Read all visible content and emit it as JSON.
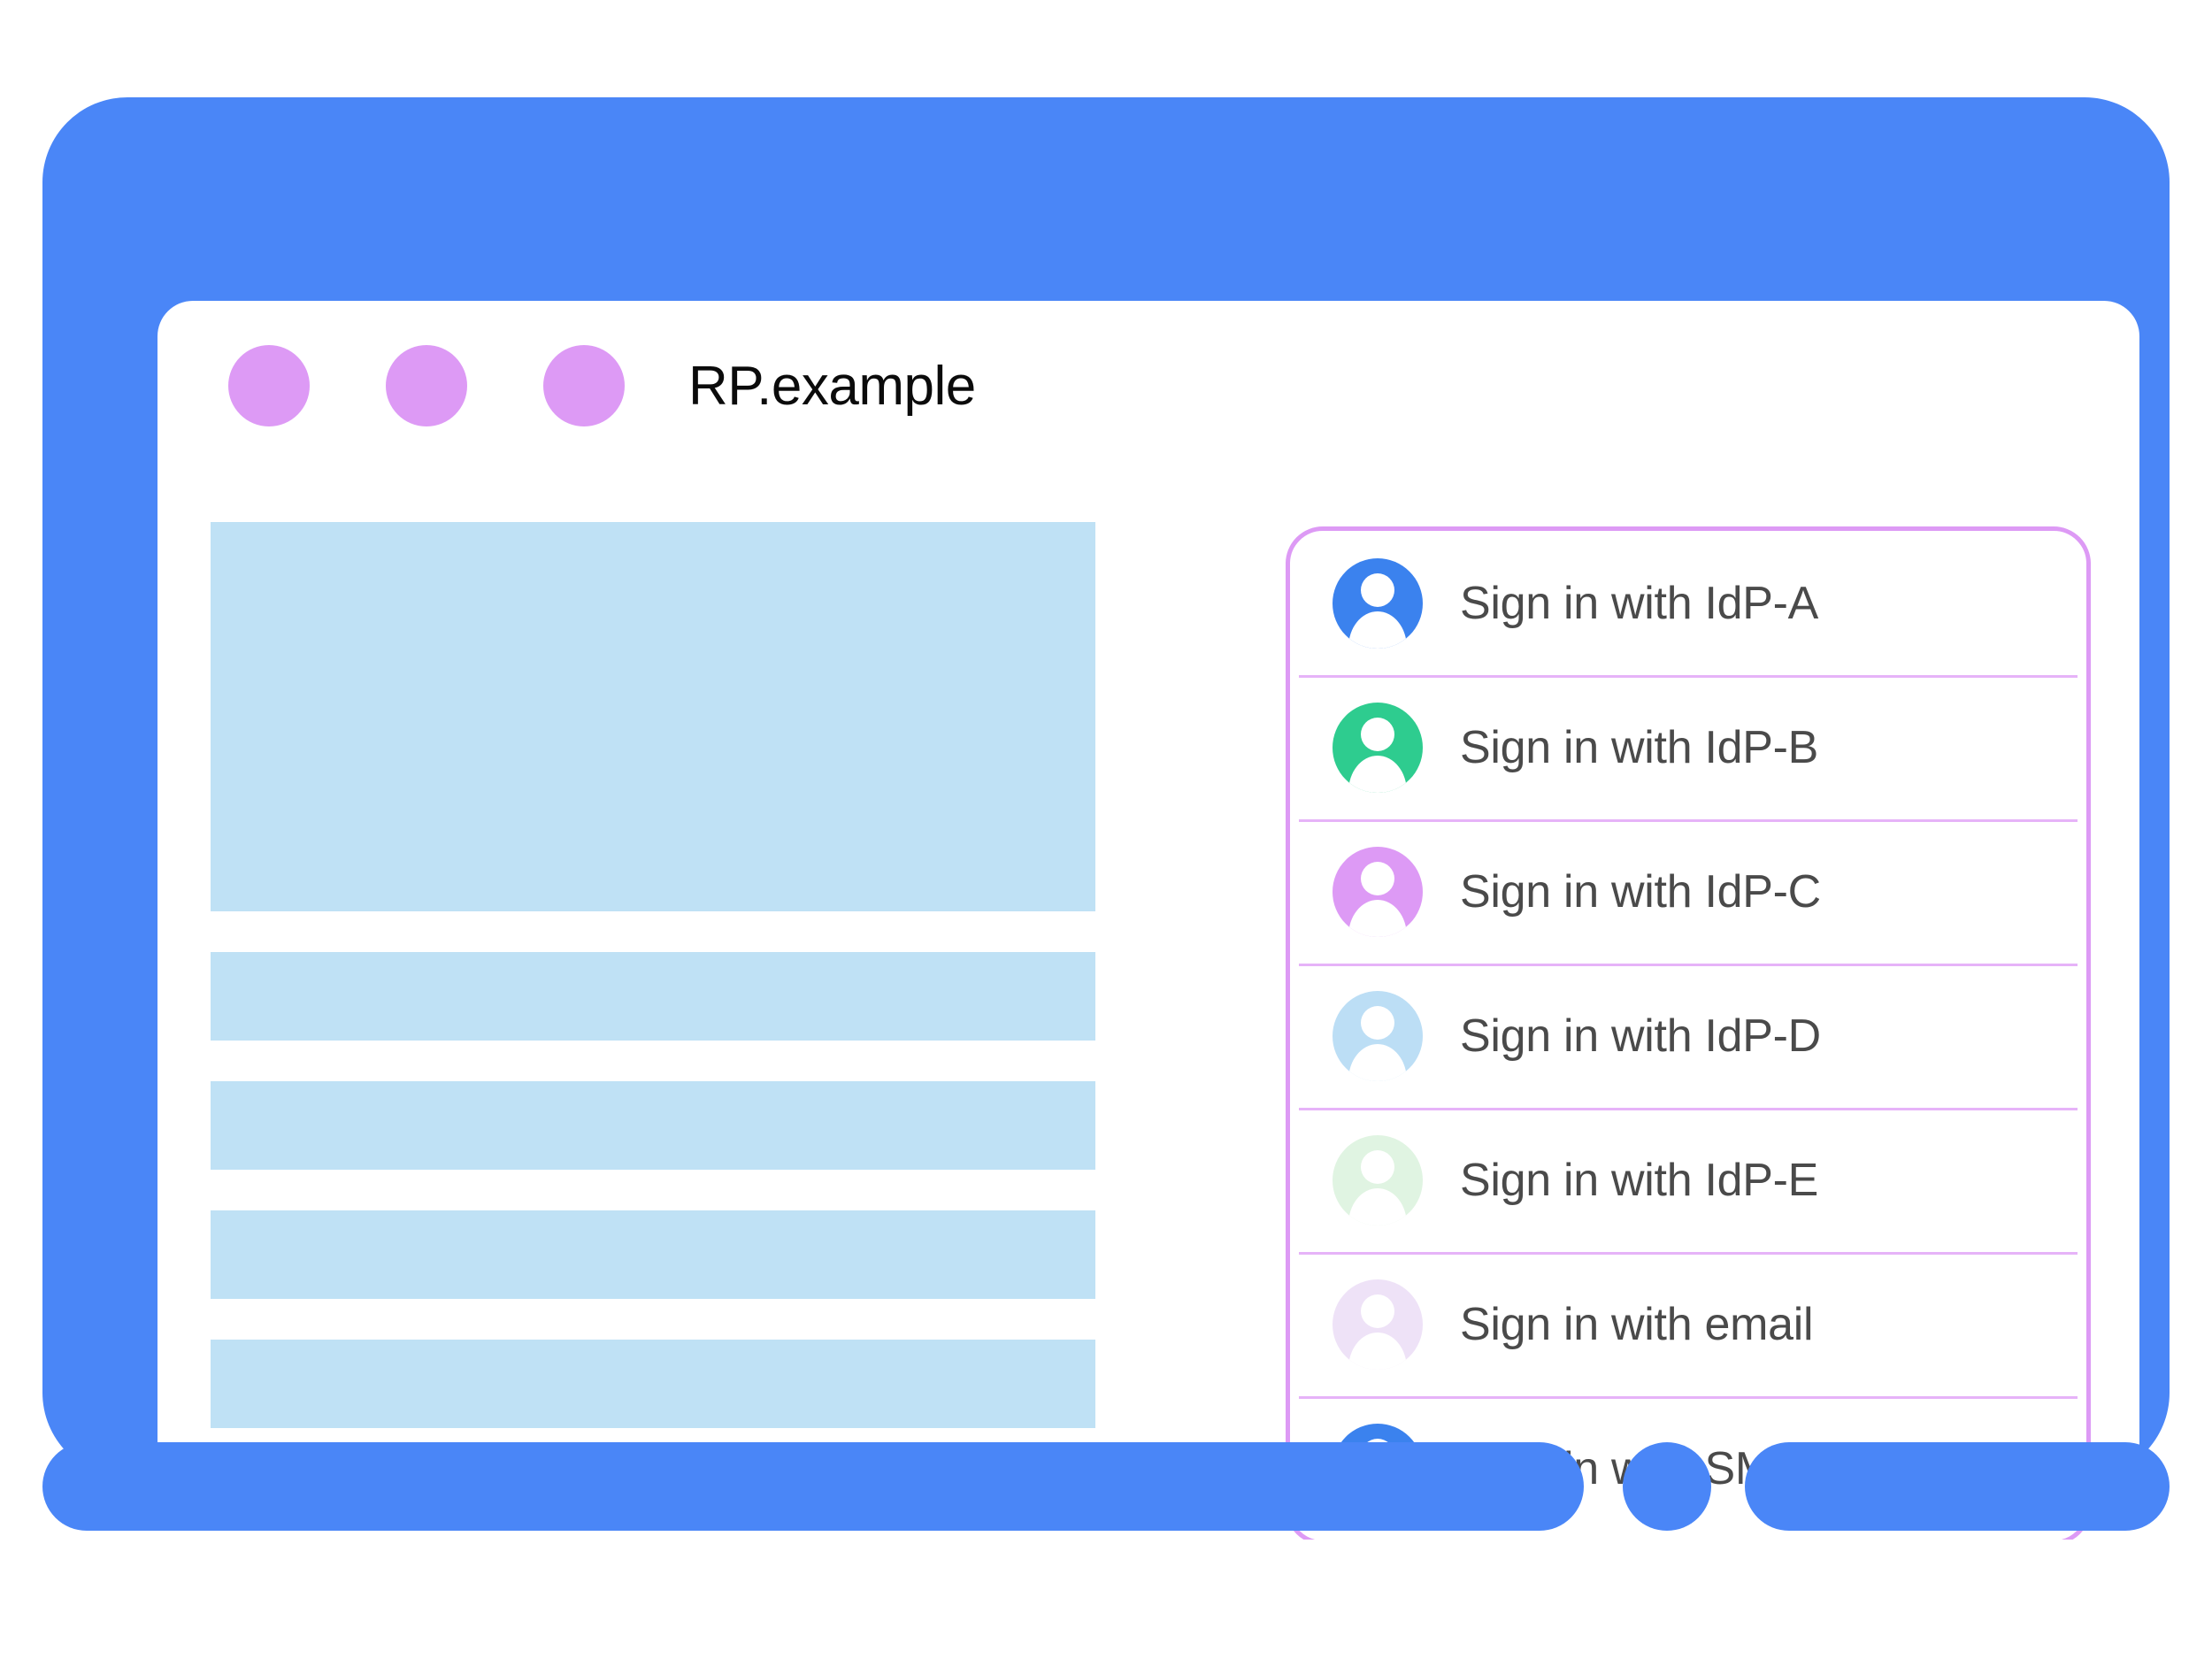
{
  "window": {
    "title": "RP.example",
    "frame_color": "#4a86f7",
    "traffic_lights": [
      {
        "name": "window-dot-1",
        "color": "#dd9af5"
      },
      {
        "name": "window-dot-2",
        "color": "#dd9af5"
      },
      {
        "name": "window-dot-3",
        "color": "#dd9af5"
      }
    ]
  },
  "page_content": {
    "placeholder_color": "#bfe1f5",
    "blocks": [
      {
        "name": "hero-placeholder",
        "kind": "hero"
      },
      {
        "name": "text-placeholder-1",
        "kind": "line"
      },
      {
        "name": "text-placeholder-2",
        "kind": "line"
      },
      {
        "name": "text-placeholder-3",
        "kind": "line"
      },
      {
        "name": "text-placeholder-4",
        "kind": "line"
      }
    ]
  },
  "account_chooser": {
    "border_color": "#dd9af5",
    "divider_color": "#dd9af5",
    "label_color": "#4a4a4a",
    "options": [
      {
        "label": "Sign in with IdP-A",
        "icon": "account-avatar-icon",
        "avatar_color": "#3b82ee"
      },
      {
        "label": "Sign in with IdP-B",
        "icon": "account-avatar-icon",
        "avatar_color": "#2ecc8f"
      },
      {
        "label": "Sign in with IdP-C",
        "icon": "account-avatar-icon",
        "avatar_color": "#dd9af5"
      },
      {
        "label": "Sign in with IdP-D",
        "icon": "account-avatar-icon",
        "avatar_color": "#bcdef5"
      },
      {
        "label": "Sign in with IdP-E",
        "icon": "account-avatar-icon",
        "avatar_color": "#e0f4e2"
      },
      {
        "label": "Sign in with email",
        "icon": "account-avatar-icon",
        "avatar_color": "#eee2f7"
      },
      {
        "label": "Sign in with SMS",
        "icon": "account-avatar-icon",
        "avatar_color": "#3b82ee"
      }
    ]
  }
}
